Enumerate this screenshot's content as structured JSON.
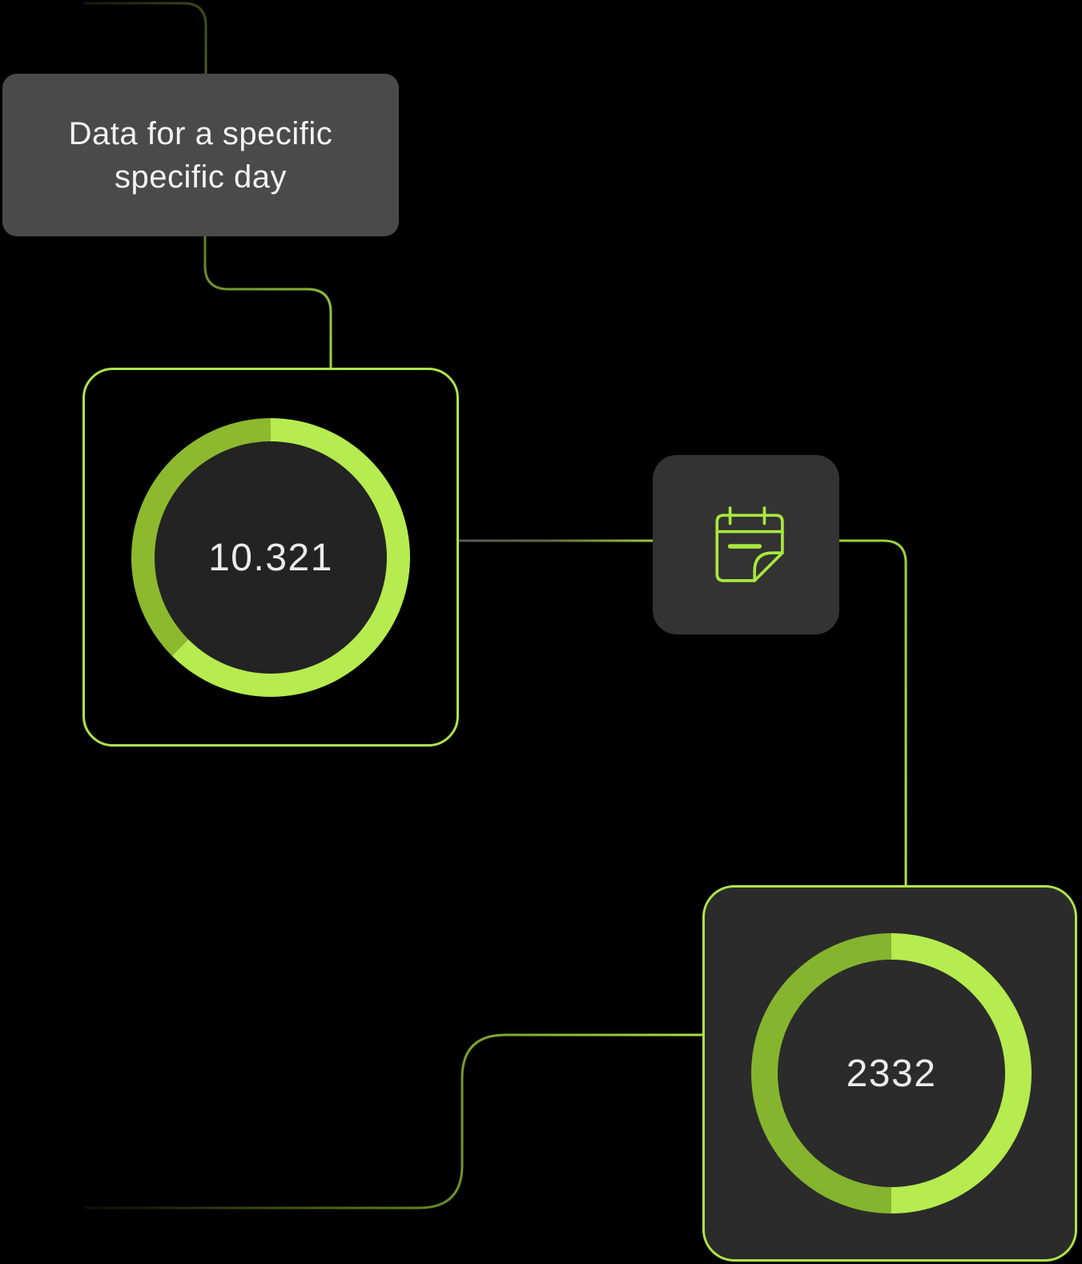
{
  "diagram": {
    "tooltip": {
      "line1": "Data for a specific",
      "line2": "specific day"
    },
    "nodes": {
      "day_total": {
        "value": "10.321",
        "ring": {
          "bright_color": "#b6ec4f",
          "dark_color": "#8db92f",
          "bright_sweep_deg": 225,
          "percent_bright": 62.5
        }
      },
      "calendar": {
        "icon": "calendar-note-icon"
      },
      "count": {
        "value": "2332",
        "ring": {
          "bright_color": "#b6ec4f",
          "dark_color": "#85b52e",
          "bright_sweep_deg": 180,
          "percent_bright": 50
        }
      }
    }
  },
  "colors": {
    "canvas_bg": "#000000",
    "tooltip_bg": "#4a4a4a",
    "tooltip_text": "#f3f3f3",
    "border_green": "#aee44a",
    "box2_fill": "#2b2b2b",
    "inner1": "#232323",
    "inner2": "#2b2b2b",
    "num_text": "#ececec",
    "cal_bg": "#333333",
    "cal_stroke": "#a8e83e",
    "line_bright": "#a8e046",
    "line_olive": "#4b5a20",
    "line_gray": "#585858"
  }
}
